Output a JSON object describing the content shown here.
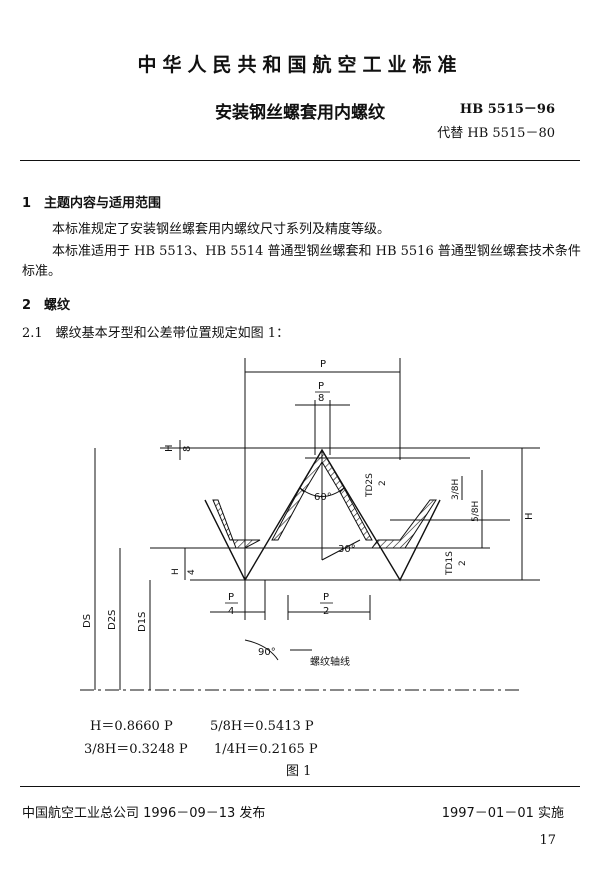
{
  "header": {
    "org_title": "中华人民共和国航空工业标准",
    "doc_title": "安装钢丝螺套用内螺纹",
    "standard_code": "HB 5515－96",
    "replaces": "代替 HB 5515－80"
  },
  "sections": {
    "s1_heading": "1　主题内容与适用范围",
    "s1_para1": "本标准规定了安装钢丝螺套用内螺纹尺寸系列及精度等级。",
    "s1_para2_line1": "本标准适用于 HB 5513、HB 5514 普通型钢丝螺套和 HB 5516 普通型钢丝螺套技术条件",
    "s1_para2_line2": "标准。",
    "s2_heading": "2　螺纹",
    "s21_text": "2.1　螺纹基本牙型和公差带位置规定如图 1："
  },
  "figure": {
    "labels": {
      "P": "P",
      "P_over_8_num": "P",
      "P_over_8_den": "8",
      "H_over_8_num": "H",
      "H_over_8_den": "8",
      "H": "H",
      "angle_60": "60°",
      "angle_30": "30°",
      "TD2S": "TD2S",
      "TD2S_den": "2",
      "three_eighths_H": "3/8H",
      "five_eighths_H": "5/8H",
      "H_over_4_num": "H",
      "H_over_4_den": "4",
      "TD1S": "TD1S",
      "TD1S_den": "2",
      "P_over_4_num": "P",
      "P_over_4_den": "4",
      "P_over_2_num": "P",
      "P_over_2_den": "2",
      "DS": "DS",
      "D2S": "D2S",
      "D1S": "D1S",
      "angle_90": "90°",
      "axis_label": "螺纹轴线"
    },
    "formulas": {
      "f1": "H＝0.8660 P",
      "f2": "5/8H＝0.5413 P",
      "f3": "3/8H＝0.3248 P",
      "f4": "1/4H＝0.2165 P"
    },
    "caption": "图 1"
  },
  "footer": {
    "publisher": "中国航空工业总公司 1996－09－13 发布",
    "effective": "1997－01－01 实施",
    "page_number": "17"
  }
}
